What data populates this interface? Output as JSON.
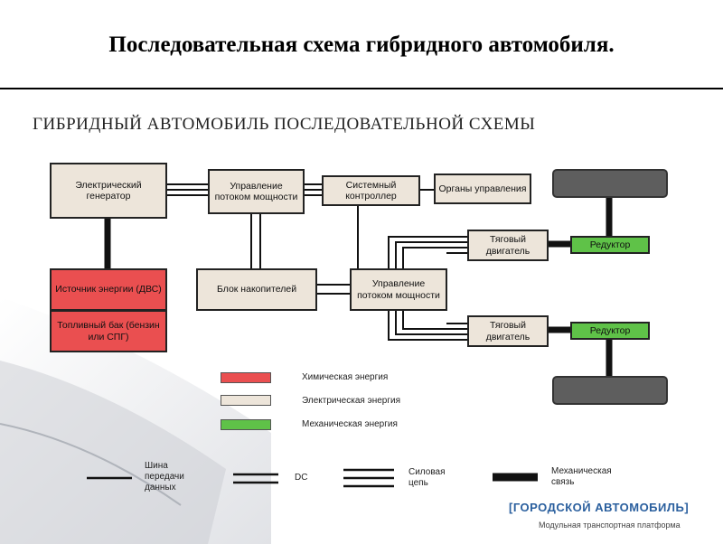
{
  "slide_title": "Последовательная схема гибридного автомобиля.",
  "panel_title": "ГИБРИДНЫЙ АВТОМОБИЛЬ ПОСЛЕДОВАТЕЛЬНОЙ СХЕМЫ",
  "blocks": {
    "generator": "Электрический генератор",
    "power_control_top": "Управление потоком мощности",
    "system_controller": "Системный контроллер",
    "controls": "Органы управления",
    "energy_source": "Источник энергии (ДВС)",
    "fuel_tank": "Топливный бак (бензин или СПГ)",
    "storage_unit": "Блок накопителей",
    "power_control_mid": "Управление потоком мощности",
    "traction_motor_1": "Тяговый двигатель",
    "traction_motor_2": "Тяговый двигатель",
    "reducer_1": "Редуктор",
    "reducer_2": "Редуктор"
  },
  "colors": {
    "chemical": "#ea4f50",
    "electrical": "#ede5da",
    "mechanical": "#5fc248",
    "wheel": "#5e5e5e",
    "brand": "#2a5f9e"
  },
  "legend": {
    "chemical": "Химическая энергия",
    "electrical": "Электрическая энергия",
    "mechanical": "Механическая энергия"
  },
  "line_legend": {
    "data_bus": "Шина передачи данных",
    "dc": "DC",
    "power_circuit": "Силовая цепь",
    "mechanical_link": "Механическая связь"
  },
  "brand": {
    "name": "[ГОРОДСКОЙ АВТОМОБИЛЬ]",
    "subtitle": "Модульная транспортная платформа"
  }
}
